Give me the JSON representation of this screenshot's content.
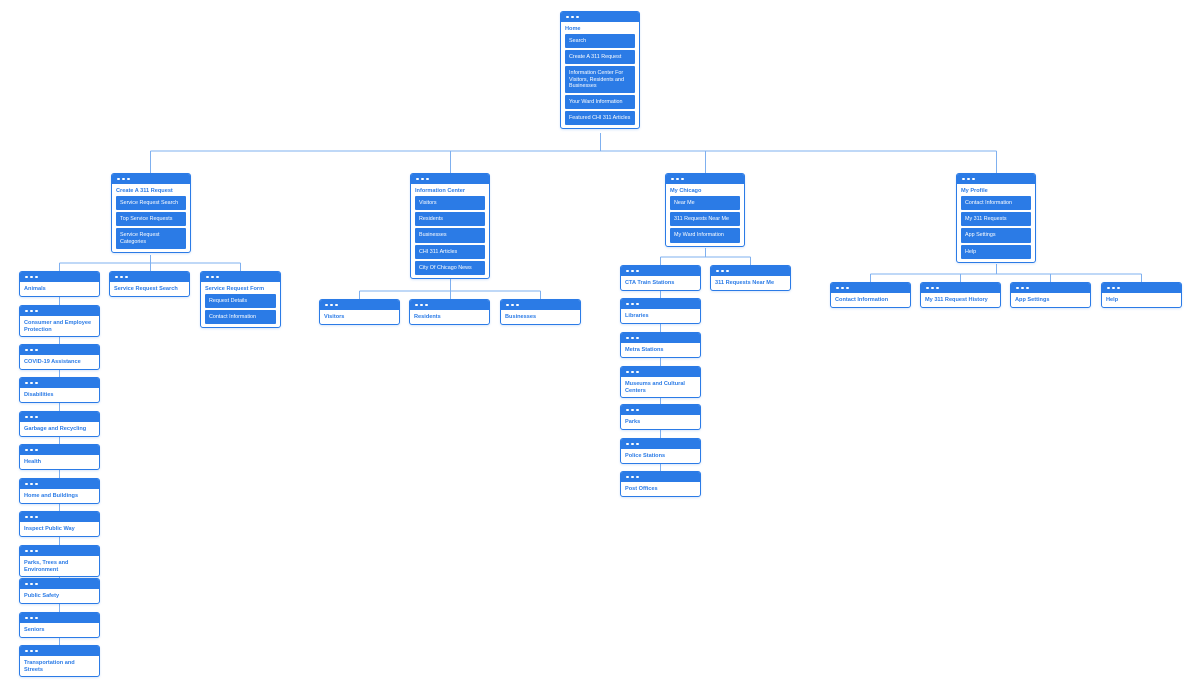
{
  "colors": {
    "accent": "#2b7be6",
    "connector": "#7fb0ef",
    "background": "#ffffff"
  },
  "nodes": {
    "home": {
      "title": "Home",
      "items": [
        "Search",
        "Create A 311 Request",
        "Information Center For Visitors, Residents and Businesses",
        "Your Ward Information",
        "Featured CHI 311 Articles"
      ]
    },
    "create": {
      "title": "Create A 311 Request",
      "items": [
        "Service Request Search",
        "Top Service Requests",
        "Service Request Categories"
      ]
    },
    "info": {
      "title": "Information Center",
      "items": [
        "Visitors",
        "Residents",
        "Businesses",
        "CHI 311 Articles",
        "City Of Chicago News"
      ]
    },
    "mychicago": {
      "title": "My Chicago",
      "items": [
        "Near Me",
        "311 Requests Near Me",
        "My Ward Information"
      ]
    },
    "profile": {
      "title": "My Profile",
      "items": [
        "Contact Information",
        "My 311 Requests",
        "App Settings",
        "Help"
      ]
    },
    "srform": {
      "title": "Service Request Form",
      "items": [
        "Request Details",
        "Contact Information"
      ]
    },
    "srsearch": {
      "title": "Service Request Search"
    },
    "categories": [
      "Animals",
      "Consumer and Employee Protection",
      "COVID-19 Assistance",
      "Disabilities",
      "Garbage and Recycling",
      "Health",
      "Home and Buildings",
      "Inspect Public Way",
      "Parks, Trees and Environment",
      "Public Safety",
      "Seniors",
      "Transportation and Streets"
    ],
    "info_children": [
      "Visitors",
      "Residents",
      "Businesses"
    ],
    "nearme_children": [
      "CTA Train Stations",
      "Libraries",
      "Metra Stations",
      "Museums and Cultural Centers",
      "Parks",
      "Police Stations",
      "Post Offices"
    ],
    "requests_near_me": {
      "title": "311 Requests Near Me"
    },
    "profile_children": [
      "Contact Information",
      "My 311 Request History",
      "App Settings",
      "Help"
    ]
  }
}
